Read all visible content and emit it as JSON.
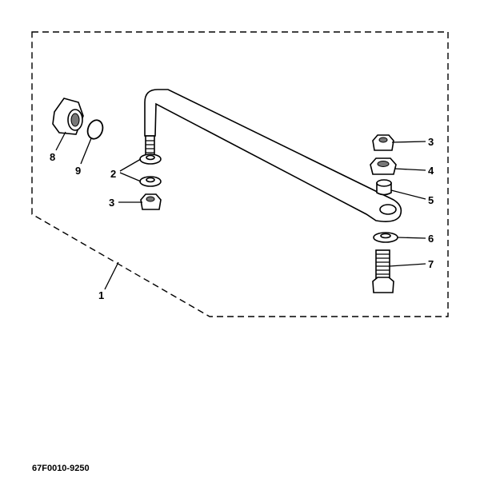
{
  "diagram": {
    "part_code": "67F0010-9250",
    "callouts": {
      "assembly": "1",
      "washers": "2",
      "nut_left": "3",
      "nut_right": "3",
      "nut_4": "4",
      "collar": "5",
      "washer_6": "6",
      "bolt": "7",
      "nut_8": "8",
      "oring": "9"
    }
  }
}
